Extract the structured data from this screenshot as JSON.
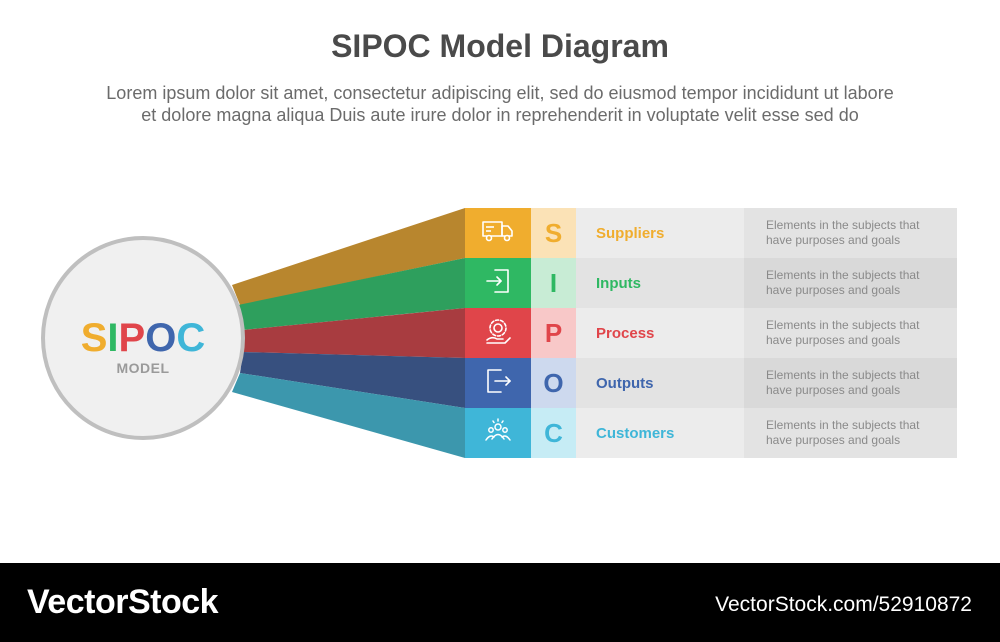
{
  "title": "SIPOC Model Diagram",
  "subtitle_lines": [
    "Lorem ipsum dolor sit amet, consectetur adipiscing elit, sed do eiusmod tempor incididunt ut labore",
    "et dolore magna aliqua Duis aute irure dolor in reprehenderit in voluptate velit esse sed do"
  ],
  "circle": {
    "letters": [
      {
        "char": "S",
        "color": "#f0ad2e"
      },
      {
        "char": "I",
        "color": "#2fb863"
      },
      {
        "char": "P",
        "color": "#e0454a"
      },
      {
        "char": "O",
        "color": "#3f66ad"
      },
      {
        "char": "C",
        "color": "#3fb6d8"
      }
    ],
    "label": "MODEL"
  },
  "rows": [
    {
      "icon": "truck-icon",
      "letter": "S",
      "label": "Suppliers",
      "description": "Elements in the subjects that have purposes and goals",
      "color": "#f0ad2e",
      "letter_bg": "#fbe2b6",
      "beam": "#b8862e"
    },
    {
      "icon": "login-icon",
      "letter": "I",
      "label": "Inputs",
      "description": "Elements in the subjects that have purposes and goals",
      "color": "#2fb863",
      "letter_bg": "#c8ecd5",
      "beam": "#2e9f5d"
    },
    {
      "icon": "gear-hand-icon",
      "letter": "P",
      "label": "Process",
      "description": "Elements in the subjects that have purposes and goals",
      "color": "#e0454a",
      "letter_bg": "#f8c8c8",
      "beam": "#a83c40"
    },
    {
      "icon": "logout-icon",
      "letter": "O",
      "label": "Outputs",
      "description": "Elements in the subjects that have purposes and goals",
      "color": "#3f66ad",
      "letter_bg": "#cdd9ee",
      "beam": "#37507f"
    },
    {
      "icon": "team-icon",
      "letter": "C",
      "label": "Customers",
      "description": "Elements in the subjects that have purposes and goals",
      "color": "#3fb6d8",
      "letter_bg": "#c6ecf5",
      "beam": "#3c97ad"
    }
  ],
  "footer": {
    "brand": "VectorStock",
    "url": "VectorStock.com/52910872"
  }
}
